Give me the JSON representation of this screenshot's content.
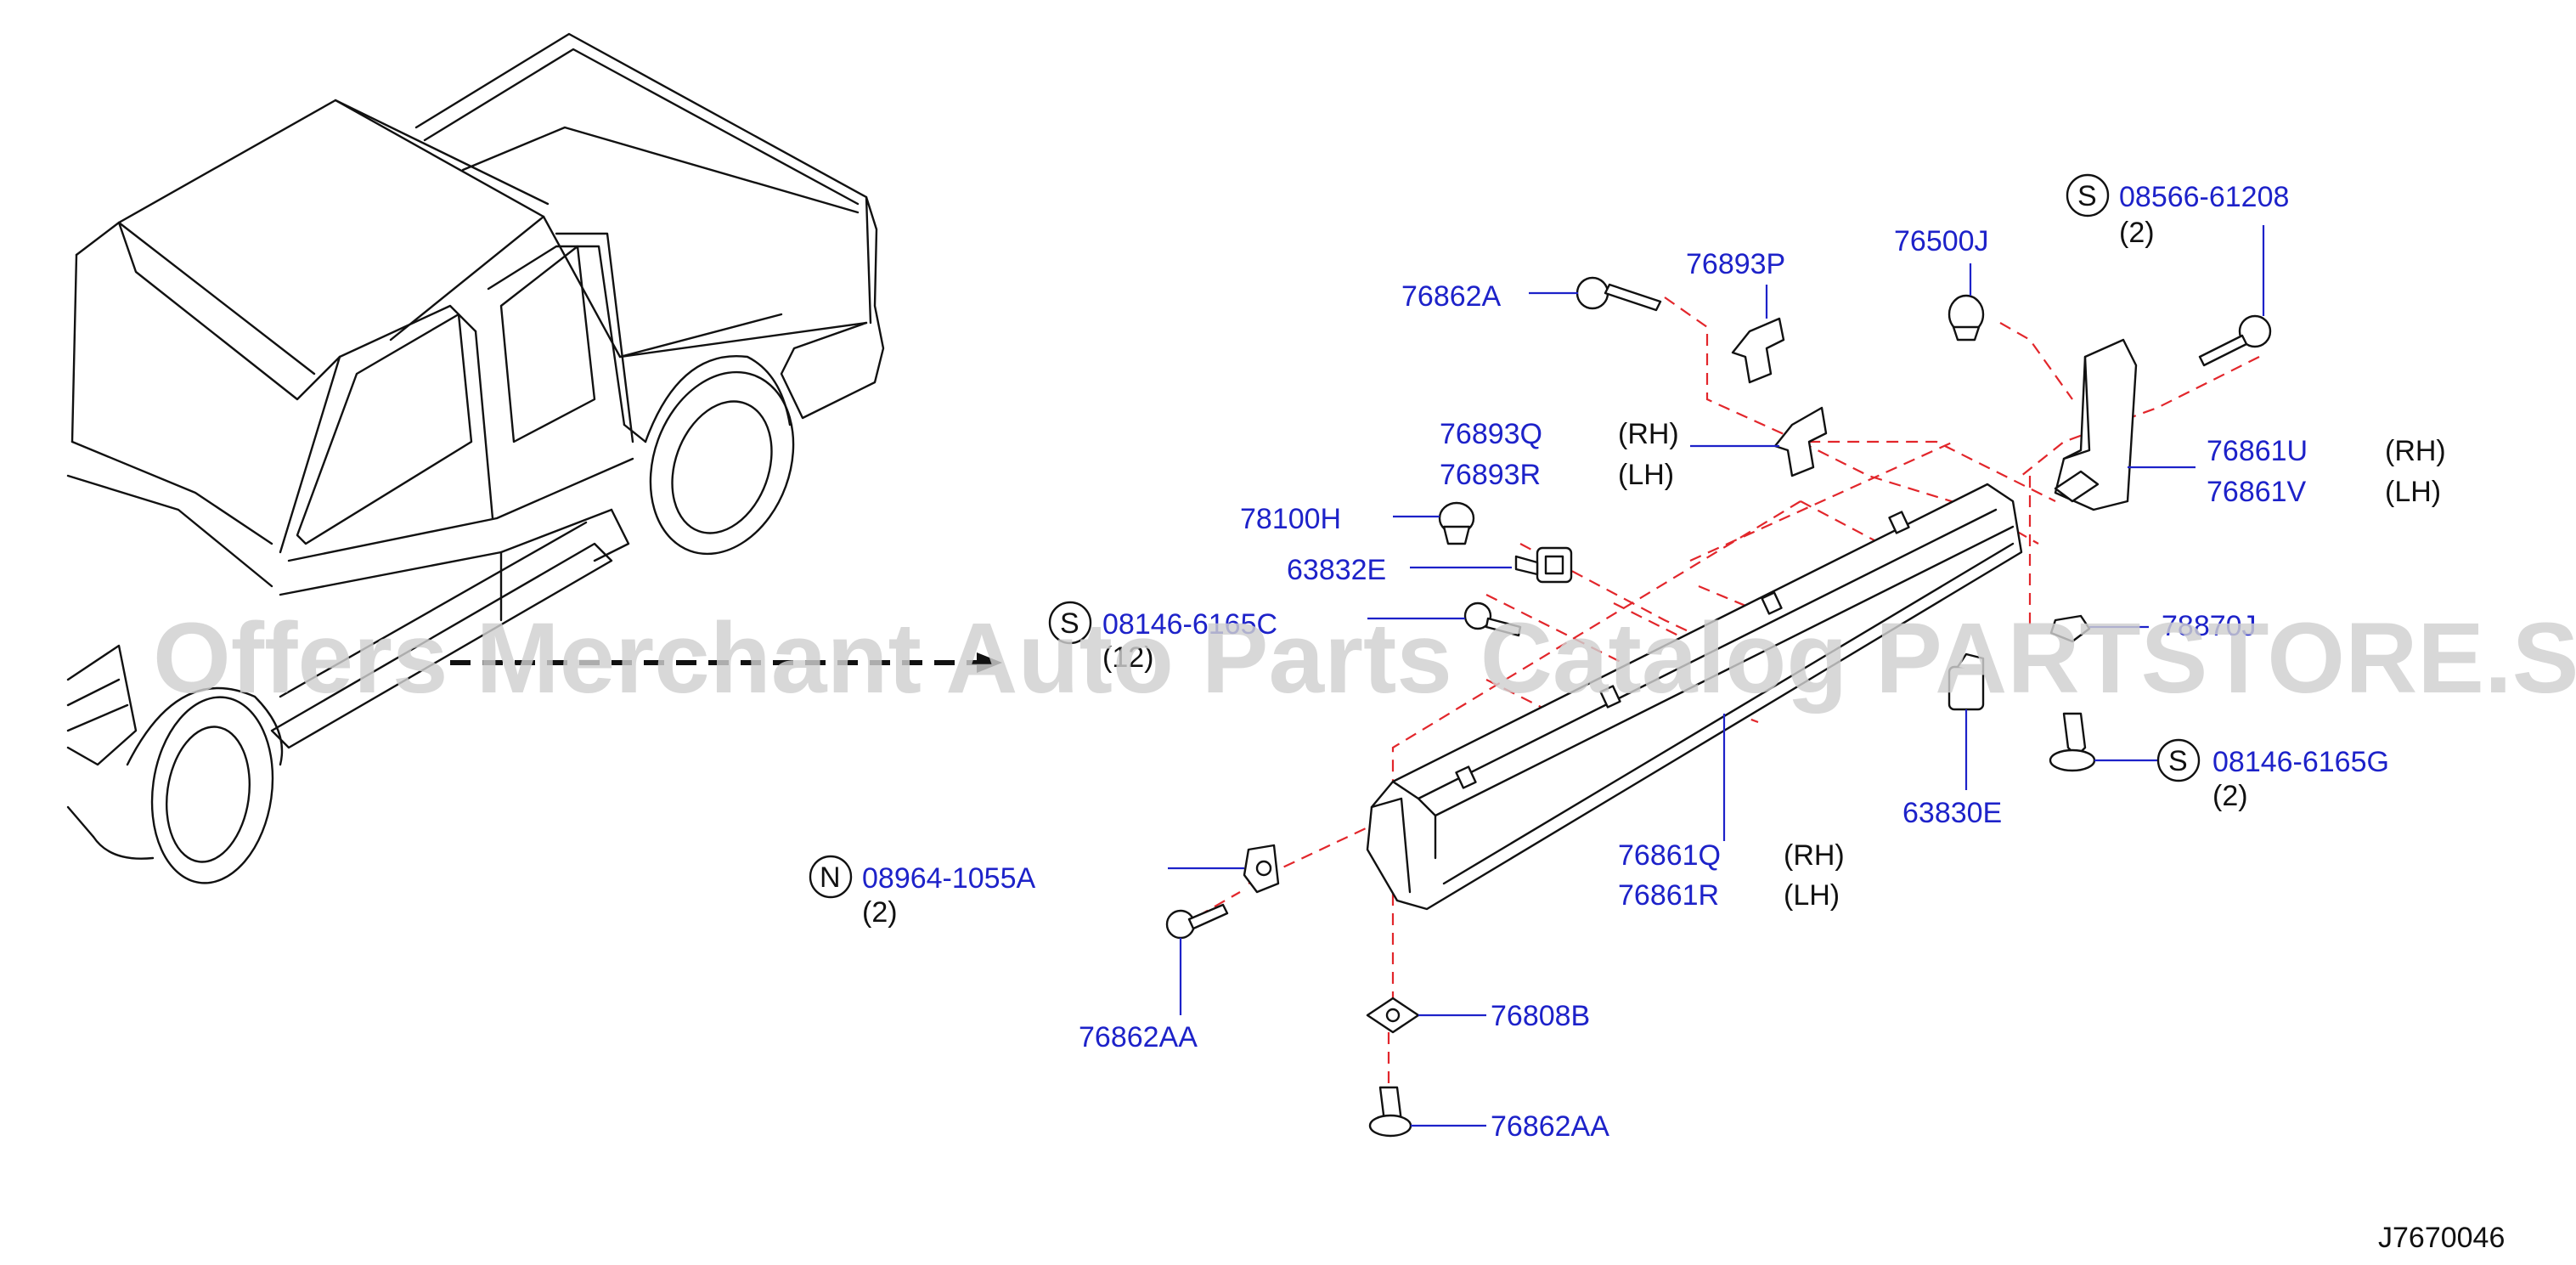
{
  "colors": {
    "part_number": "#1d22c9",
    "leader": "#1d22c9",
    "guide_line": "#e2262b",
    "line_art": "#111111",
    "watermark": "#cccccc"
  },
  "watermark": "Offers Merchant Auto Parts Catalog PARTSTORE.SA",
  "diagram_id": "J7670046",
  "callouts": {
    "p76862A": "76862A",
    "p76893P": "76893P",
    "p76500J": "76500J",
    "s08566": {
      "prefix": "S",
      "number": "08566-61208",
      "qty": "(2)"
    },
    "p76893Q": "76893Q",
    "p76893R": "76893R",
    "rh1": "(RH)",
    "lh1": "(LH)",
    "p76861U": "76861U",
    "p76861V": "76861V",
    "rh2": "(RH)",
    "lh2": "(LH)",
    "p78100H": "78100H",
    "p63832E": "63832E",
    "s08146C": {
      "prefix": "S",
      "number": "08146-6165C",
      "qty": "(12)"
    },
    "p7887": "78870J",
    "p63830E": "63830E",
    "s08146G": {
      "prefix": "S",
      "number": "08146-6165G",
      "qty": "(2)"
    },
    "p76861Q": "76861Q",
    "p76861R": "76861R",
    "rh3": "(RH)",
    "lh3": "(LH)",
    "n08964": {
      "prefix": "N",
      "number": "08964-1055A",
      "qty": "(2)"
    },
    "p76862AA_1": "76862AA",
    "p76808B": "76808B",
    "p76862AA_2": "76862AA"
  }
}
